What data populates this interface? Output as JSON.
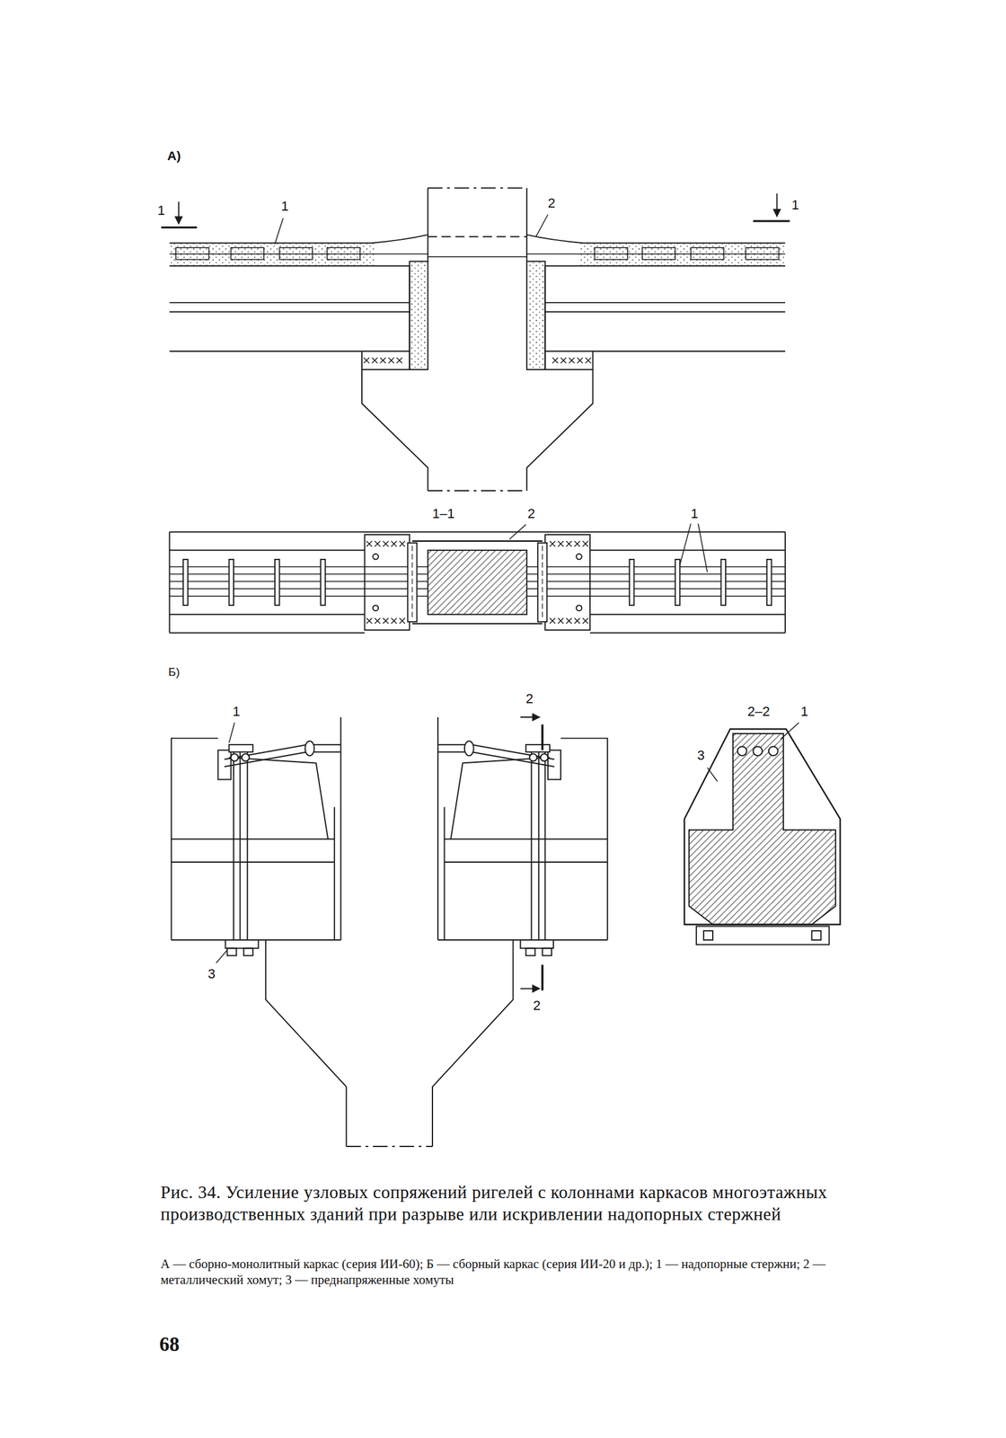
{
  "diagram": {
    "caption": "Рис. 34. Усиление узловых сопряжений ригелей с колоннами каркасов многоэтажных производственных зданий при разрыве или искривлении надопорных стержней",
    "labels": [
      "А)",
      "1",
      "1",
      "2",
      "1",
      "1–1",
      "2",
      "1",
      "Б)",
      "1",
      "2",
      "3",
      "2",
      "2–2",
      "1",
      "3",
      "А — сборно-монолитный каркас (серия ИИ-60); Б — сборный каркас (серия ИИ-20 и др.); 1 — надопорные стержни; 2 — металлический хомут; 3 — преднапряженные хомуты",
      "68"
    ]
  }
}
